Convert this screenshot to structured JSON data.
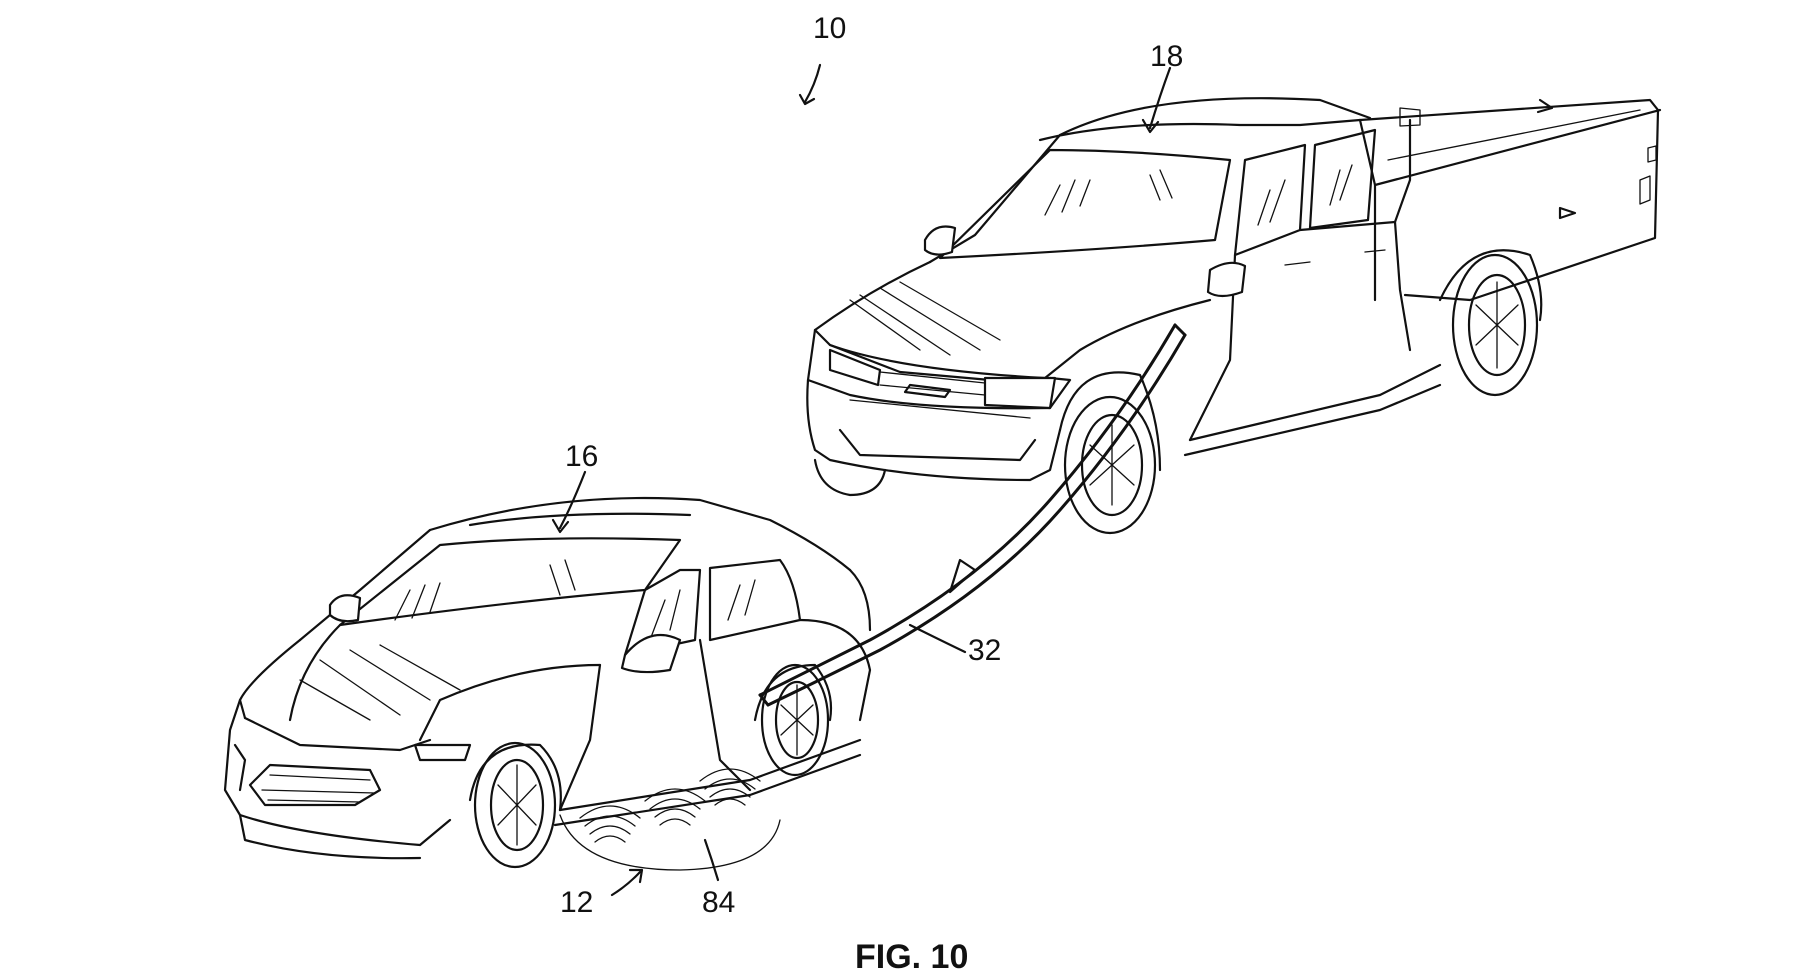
{
  "figure": {
    "caption": "FIG. 10",
    "reference_numerals": {
      "system": "10",
      "truck": "18",
      "car": "16",
      "cable": "32",
      "car_group": "12",
      "ground_zone": "84"
    }
  }
}
